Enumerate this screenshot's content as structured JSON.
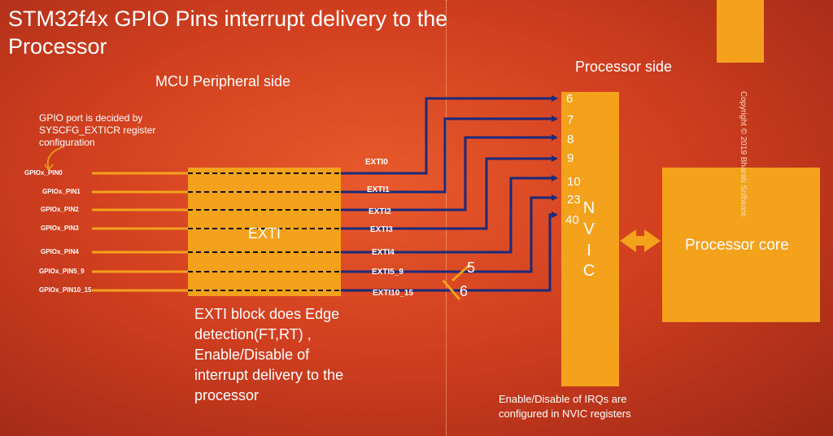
{
  "title": "STM32f4x GPIO Pins interrupt delivery to the Processor",
  "labels": {
    "processor_side": "Processor side",
    "mcu_side": "MCU Peripheral side",
    "gpio_note": "GPIO port is decided by SYSCFG_EXTICR register configuration",
    "exti_block": "EXTI",
    "exti_desc": "EXTI block does Edge detection(FT,RT) , Enable/Disable of interrupt delivery to the processor",
    "nvic_letters": [
      "N",
      "V",
      "I",
      "C"
    ],
    "processor_core": "Processor core",
    "nvic_note": "Enable/Disable of IRQs are configured in NVIC registers",
    "copyright": "Copyright © 2019 Bharati Software"
  },
  "pins": [
    "GPIOx_PIN0",
    "GPIOx_PIN1",
    "GPIOx_PIN2",
    "GPIOx_PIN3",
    "GPIOx_PIN4",
    "GPIOx_PIN5_9",
    "GPIOx_PIN10_15"
  ],
  "exti_lines": [
    "EXTI0",
    "EXTI1",
    "EXTI2",
    "EXTI3",
    "EXTI4",
    "EXTI5_9",
    "EXTI10_15"
  ],
  "bus_widths": [
    "5",
    "6"
  ],
  "irq_numbers": [
    "6",
    "7",
    "8",
    "9",
    "10",
    "23",
    "40"
  ],
  "colors": {
    "block": "#f4a11c",
    "wire": "#1a2a7a",
    "pin_line": "#f4a11c",
    "text": "#ffffff"
  }
}
